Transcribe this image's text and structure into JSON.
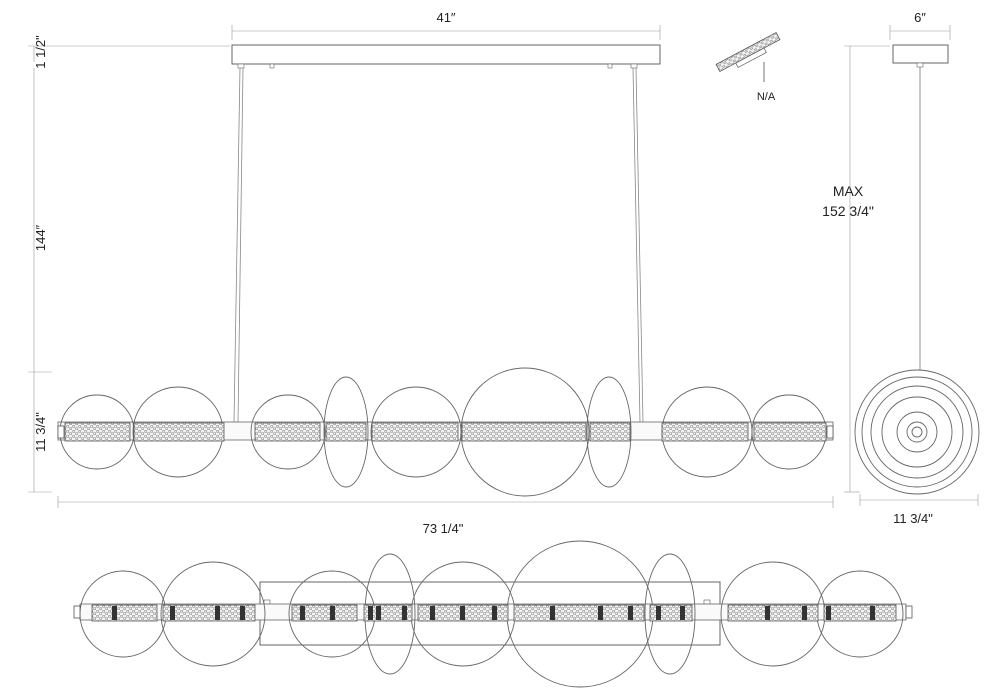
{
  "dimensions": {
    "canopy_width": "41″",
    "canopy_height": "1 1/2\"",
    "hanging_length": "144″",
    "fixture_height": "11 3/4\"",
    "overall_length": "73 1/4\"",
    "side_canopy_width": "6″",
    "max_label": "MAX",
    "max_value": "152 3/4\"",
    "side_diameter": "11 3/4\"",
    "slope_label": "N/A"
  }
}
